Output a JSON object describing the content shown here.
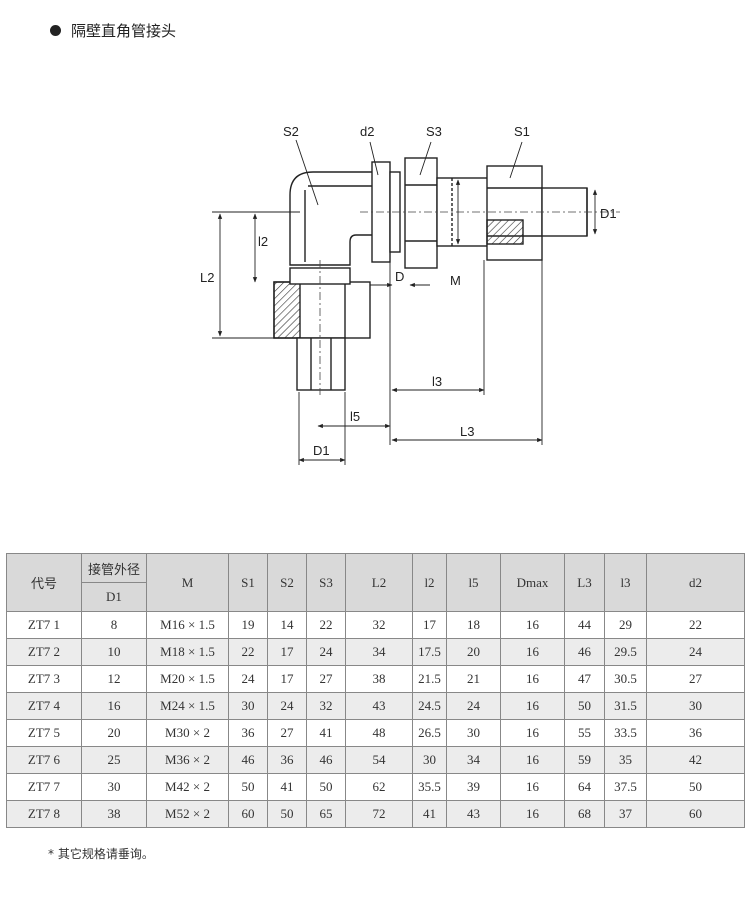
{
  "title": "隔壁直角管接头",
  "drawing_labels": {
    "S2": "S2",
    "d2": "d2",
    "S3": "S3",
    "S1": "S1",
    "D1_right": "D1",
    "l2": "l2",
    "L2": "L2",
    "D": "D",
    "M": "M",
    "l3": "l3",
    "l5": "l5",
    "L3": "L3",
    "D1_bottom": "D1"
  },
  "table": {
    "header_top": [
      "代号",
      "接管外径",
      "M",
      "S1",
      "S2",
      "S3",
      "L2",
      "l2",
      "l5",
      "Dmax",
      "L3",
      "l3",
      "d2"
    ],
    "header_sub": "D1",
    "rows": [
      [
        "ZT7  1",
        "8",
        "M16 × 1.5",
        "19",
        "14",
        "22",
        "32",
        "17",
        "18",
        "16",
        "44",
        "29",
        "22"
      ],
      [
        "ZT7  2",
        "10",
        "M18 × 1.5",
        "22",
        "17",
        "24",
        "34",
        "17.5",
        "20",
        "16",
        "46",
        "29.5",
        "24"
      ],
      [
        "ZT7  3",
        "12",
        "M20 × 1.5",
        "24",
        "17",
        "27",
        "38",
        "21.5",
        "21",
        "16",
        "47",
        "30.5",
        "27"
      ],
      [
        "ZT7  4",
        "16",
        "M24 × 1.5",
        "30",
        "24",
        "32",
        "43",
        "24.5",
        "24",
        "16",
        "50",
        "31.5",
        "30"
      ],
      [
        "ZT7  5",
        "20",
        "M30 × 2",
        "36",
        "27",
        "41",
        "48",
        "26.5",
        "30",
        "16",
        "55",
        "33.5",
        "36"
      ],
      [
        "ZT7  6",
        "25",
        "M36 × 2",
        "46",
        "36",
        "46",
        "54",
        "30",
        "34",
        "16",
        "59",
        "35",
        "42"
      ],
      [
        "ZT7  7",
        "30",
        "M42 × 2",
        "50",
        "41",
        "50",
        "62",
        "35.5",
        "39",
        "16",
        "64",
        "37.5",
        "50"
      ],
      [
        "ZT7  8",
        "38",
        "M52 × 2",
        "60",
        "50",
        "65",
        "72",
        "41",
        "43",
        "16",
        "68",
        "37",
        "60"
      ]
    ]
  },
  "footnote": "* 其它规格请垂询。"
}
